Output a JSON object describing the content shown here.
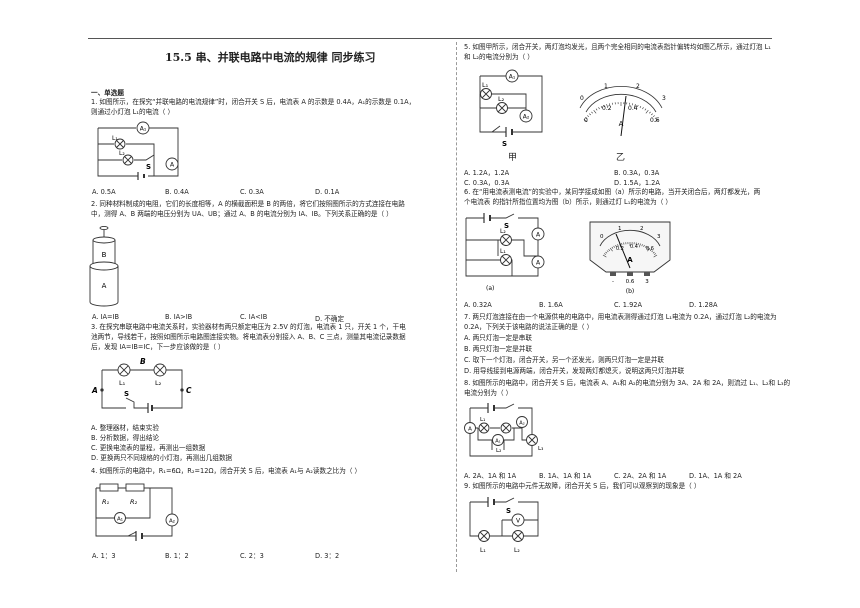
{
  "title": "15.5 串、并联电路中电流的规律 同步练习",
  "section": "一、单选题",
  "q1": {
    "lines": [
      "1. 如图所示，在探究“并联电路的电流规律”时，闭合开关 S 后，电流表 A 的示数是 0.4A，A₁的示数是 0.1A，",
      "则通过小灯泡 L₁的电流（      ）"
    ],
    "labels": {
      "a1": "A₁",
      "a": "A",
      "l1": "L₁",
      "l2": "L₂",
      "s": "S"
    },
    "options": [
      "A. 0.5A",
      "B. 0.4A",
      "C. 0.3A",
      "D. 0.1A"
    ]
  },
  "q2": {
    "lines": [
      "2. 同种材料制成的电阻，它们的长度相等，A 的横截面积是 B 的两倍，将它们按照图所示的方式连接在电路",
      "中，测得 A、B 两端的电压分别为 UA、UB；通过 A、B 的电流分别为 IA、IB。下列关系正确的是（      ）"
    ],
    "labels": {
      "b": "B",
      "a": "A"
    },
    "options": [
      "A. IA=IB",
      "B. IA>IB",
      "C. IA<IB",
      "D. 不确定"
    ]
  },
  "q3": {
    "lines": [
      "3. 在探究串联电路中电流关系时，实验器材有两只额定电压为 2.5V 的灯泡，电流表 1 只，开关 1 个，干电",
      "池两节，导线若干，按照如图所示电路图连接实物。将电流表分别接入 A、B、C 三点，测量其电流记录数据",
      "后，发现 IA=IB=IC，下一步应该做的是（      ）"
    ],
    "labels": {
      "b": "B",
      "a": "A",
      "c": "C",
      "l1": "L₁",
      "l2": "L₂",
      "s": "S"
    },
    "options": [
      "A. 整理器材，结束实验",
      "B. 分析数据，得出结论",
      "C. 更换电流表的量程，再测出一组数据",
      "D. 更换两只不同规格的小灯泡，再测出几组数据"
    ]
  },
  "q4": {
    "lines": [
      "4. 如图所示的电路中，R₁=6Ω，R₂=12Ω，闭合开关 S 后，电流表 A₁与 A₂读数之比为（      ）"
    ],
    "labels": {
      "r1": "R₁",
      "r2": "R₂",
      "a1": "A₁",
      "a2": "A₂"
    },
    "options": [
      "A. 1：3",
      "B. 1：2",
      "C. 2：3",
      "D. 3：2"
    ]
  },
  "q5": {
    "lines": [
      "5. 如图甲所示，闭合开关，两灯泡均发光，且两个完全相同的电流表指针偏转均如图乙所示，通过灯泡 L₁",
      "和 L₂的电流分别为（      ）"
    ],
    "labels": {
      "a1": "A₁",
      "a2": "A₂",
      "l1": "L₁",
      "l2": "L₂",
      "s": "S",
      "jia": "甲",
      "yi": "乙"
    },
    "scale_top": [
      "0",
      "1",
      "2",
      "3"
    ],
    "scale_bottom": [
      "0",
      "0.2",
      "0.4",
      "0.6"
    ],
    "meter_unit": "A",
    "options": [
      "A. 1.2A，1.2A",
      "B. 0.3A，0.3A",
      "C. 0.3A，0.3A",
      "D. 1.5A，1.2A"
    ]
  },
  "q6": {
    "lines": [
      "6. 在“用电流表测电流”的实验中，某同学接成如图（a）所示的电路，当开关闭合后，两灯都发光，两",
      "个电流表 的指针所指位置均为图（b）所示，则通过灯 L₁的电流为（      ）"
    ],
    "labels": {
      "s": "S",
      "a": "A",
      "l1": "L₁",
      "l2": "L₂",
      "fig_a": "(a)",
      "fig_b": "(b)"
    },
    "scale_top": [
      "0",
      "1",
      "2",
      "3"
    ],
    "scale_bottom": [
      "0.2",
      "0.4",
      "0.6"
    ],
    "terminals": [
      "-",
      "0.6",
      "3"
    ],
    "meter_unit": "A",
    "options": [
      "A. 0.32A",
      "B. 1.6A",
      "C. 1.92A",
      "D. 1.28A"
    ]
  },
  "q7": {
    "lines": [
      "7. 两只灯泡连接在由一个电源供电的电路中，用电流表测得通过灯泡 L₁电流为 0.2A，通过灯泡 L₂的电流为",
      "0.2A，下列关于该电路的说法正确的是（      ）"
    ],
    "options": [
      "A. 两只灯泡一定是串联",
      "B. 两只灯泡一定是并联",
      "C. 取下一个灯泡，闭合开关，另一个还发光，则两只灯泡一定是并联",
      "D. 用导线接到电源两端，闭合开关，发现两灯都熄灭，说明这两只灯泡并联"
    ]
  },
  "q8": {
    "lines": [
      "8. 如图所示的电路中，闭合开关 S 后，电流表 A、A₁和 A₂的电流分别为 3A、2A 和 2A，则流过 L₁、L₂和 L₃的",
      "电流分别为（      ）"
    ],
    "labels": {
      "a": "A",
      "a1": "A₁",
      "a2": "A₂",
      "l1": "L₁",
      "l2": "L₂",
      "l3": "L₃"
    },
    "options": [
      "A. 2A、1A 和 1A",
      "B. 1A、1A 和 1A",
      "C. 2A、2A 和 1A",
      "D. 1A、1A 和 2A"
    ]
  },
  "q9": {
    "lines": [
      "9. 如图所示的电路中元件无故障，闭合开关 S 后，我们可以观察到的现象是（      ）"
    ],
    "labels": {
      "s": "S",
      "v": "V",
      "l1": "L₁",
      "l2": "L₂"
    }
  }
}
